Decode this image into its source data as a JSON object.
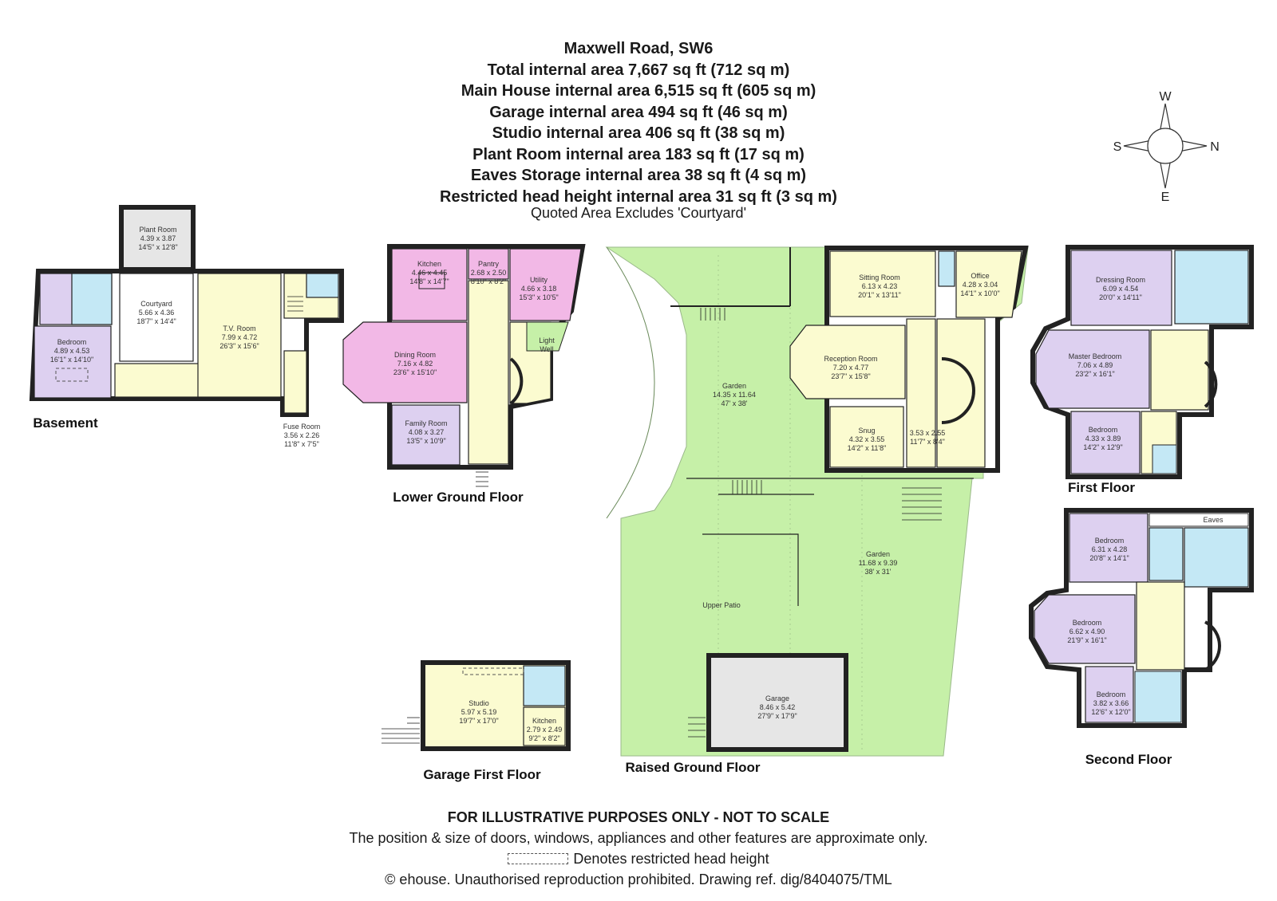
{
  "header": {
    "title": "Maxwell Road, SW6",
    "areas": [
      "Total internal area 7,667 sq ft (712 sq m)",
      "Main House internal area 6,515 sq ft (605 sq m)",
      "Garage internal area 494 sq ft (46 sq m)",
      "Studio internal area 406 sq ft (38 sq m)",
      "Plant Room internal area 183 sq ft (17 sq m)",
      "Eaves Storage internal area 38 sq ft (4 sq m)",
      "Restricted head height internal area 31 sq ft (3 sq m)"
    ],
    "note": "Quoted Area Excludes 'Courtyard'"
  },
  "compass": {
    "n": "N",
    "s": "S",
    "e": "E",
    "w": "W"
  },
  "colors": {
    "wall": "#222222",
    "pink": "#f2b8e6",
    "yellow": "#fbfbd0",
    "purple": "#ddd0f0",
    "blue": "#c4e8f5",
    "green": "#c6f0a8",
    "grey": "#e6e6e6"
  },
  "floors": {
    "basement": "Basement",
    "lower_ground": "Lower Ground Floor",
    "raised_ground": "Raised Ground Floor",
    "first": "First Floor",
    "second": "Second Floor",
    "garage_first": "Garage First Floor"
  },
  "rooms": {
    "plant_room": [
      "Plant Room",
      "4.39 x 3.87",
      "14'5\" x 12'8\""
    ],
    "courtyard": [
      "Courtyard",
      "5.66 x 4.36",
      "18'7\" x 14'4\""
    ],
    "basement_bedroom": [
      "Bedroom",
      "4.89 x 4.53",
      "16'1\" x 14'10\""
    ],
    "tv_room": [
      "T.V. Room",
      "7.99 x 4.72",
      "26'3\" x 15'6\""
    ],
    "fuse_room": [
      "Fuse Room",
      "3.56 x 2.26",
      "11'8\" x 7'5\""
    ],
    "kitchen": [
      "Kitchen",
      "4.46 x 4.45",
      "14'8\" x 14'7\""
    ],
    "pantry": [
      "Pantry",
      "2.68 x 2.50",
      "8'10\" x 8'2\""
    ],
    "utility": [
      "Utility",
      "4.66 x 3.18",
      "15'3\" x 10'5\""
    ],
    "light_well": [
      "Light",
      "Well"
    ],
    "dining_room": [
      "Dining Room",
      "7.16 x 4.82",
      "23'6\" x 15'10\""
    ],
    "family_room": [
      "Family Room",
      "4.08 x 3.27",
      "13'5\" x 10'9\""
    ],
    "garden_1": [
      "Garden",
      "14.35 x 11.64",
      "47' x 38'"
    ],
    "sitting_room": [
      "Sitting Room",
      "6.13 x 4.23",
      "20'1\" x 13'11\""
    ],
    "office": [
      "Office",
      "4.28 x 3.04",
      "14'1\" x 10'0\""
    ],
    "reception_room": [
      "Reception Room",
      "7.20 x 4.77",
      "23'7\" x 15'8\""
    ],
    "snug": [
      "Snug",
      "4.32 x 3.55",
      "14'2\" x 11'8\""
    ],
    "small_room": [
      "3.53 x 2.55",
      "11'7\" x 8'4\""
    ],
    "garden_2": [
      "Garden",
      "11.68 x 9.39",
      "38' x 31'"
    ],
    "upper_patio": [
      "Upper Patio"
    ],
    "garage": [
      "Garage",
      "8.46 x 5.42",
      "27'9\" x 17'9\""
    ],
    "studio": [
      "Studio",
      "5.97 x 5.19",
      "19'7\" x 17'0\""
    ],
    "studio_kitchen": [
      "Kitchen",
      "2.79 x 2.49",
      "9'2\" x 8'2\""
    ],
    "dressing_room": [
      "Dressing Room",
      "6.09 x 4.54",
      "20'0\" x 14'11\""
    ],
    "master_bedroom": [
      "Master Bedroom",
      "7.06 x 4.89",
      "23'2\" x 16'1\""
    ],
    "first_bedroom": [
      "Bedroom",
      "4.33 x 3.89",
      "14'2\" x 12'9\""
    ],
    "eaves": [
      "Eaves"
    ],
    "second_bedroom_1": [
      "Bedroom",
      "6.31 x 4.28",
      "20'8\" x 14'1\""
    ],
    "second_bedroom_2": [
      "Bedroom",
      "6.62 x 4.90",
      "21'9\" x 16'1\""
    ],
    "second_bedroom_3": [
      "Bedroom",
      "3.82 x 3.66",
      "12'6\" x 12'0\""
    ]
  },
  "footer": {
    "disclaimer": "FOR ILLUSTRATIVE PURPOSES ONLY - NOT TO SCALE",
    "line1": "The position & size of doors, windows, appliances and other features are approximate only.",
    "line2": "Denotes restricted head height",
    "line3": "© ehouse. Unauthorised reproduction prohibited. Drawing ref. dig/8404075/TML"
  }
}
